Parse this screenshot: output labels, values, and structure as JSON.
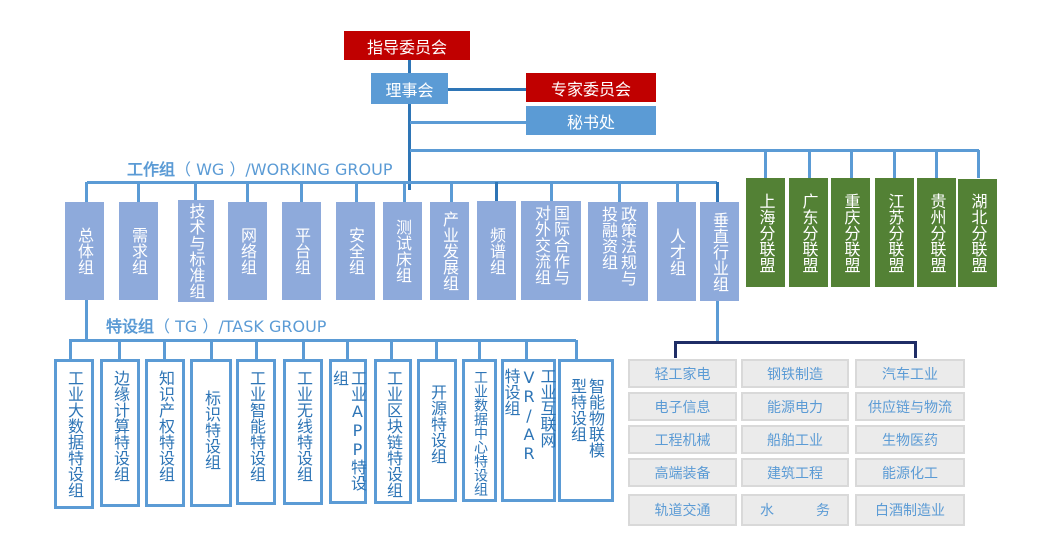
{
  "top": {
    "steering": "指导委员会",
    "council": "理事会",
    "experts": "专家委员会",
    "secretariat": "秘书处"
  },
  "working_group": {
    "title_cn": "工作组",
    "title_en": "（ WG ）/WORKING GROUP",
    "groups": [
      "总体组",
      "需求组",
      "技术与标准组",
      "网络组",
      "平台组",
      "安全组",
      "测试床组",
      "产业发展组",
      "频谱组",
      "国际合作与对外交流组",
      "政策法规与投融资组",
      "人才组",
      "垂直行业组"
    ]
  },
  "branches": [
    "上海分联盟",
    "广东分联盟",
    "重庆分联盟",
    "江苏分联盟",
    "贵州分联盟",
    "湖北分联盟"
  ],
  "task_group": {
    "title_cn": "特设组",
    "title_en": "（ TG ）/TASK GROUP",
    "groups": [
      "工业大数据特设组",
      "边缘计算特设组",
      "知识产权特设组",
      "标识特设组",
      "工业智能特设组",
      "工业无线特设组",
      "工业APP特设组",
      "工业区块链特设组",
      "开源特设组",
      "工业数据中心特设组",
      "工业互联网VR/AR特设组",
      "智能物联模型特设组"
    ]
  },
  "industries": [
    [
      "轻工家电",
      "钢铁制造",
      "汽车工业"
    ],
    [
      "电子信息",
      "能源电力",
      "供应链与物流"
    ],
    [
      "工程机械",
      "船舶工业",
      "生物医药"
    ],
    [
      "高端装备",
      "建筑工程",
      "能源化工"
    ],
    [
      "轨道交通",
      "水　　　务",
      "白酒制造业"
    ]
  ]
}
